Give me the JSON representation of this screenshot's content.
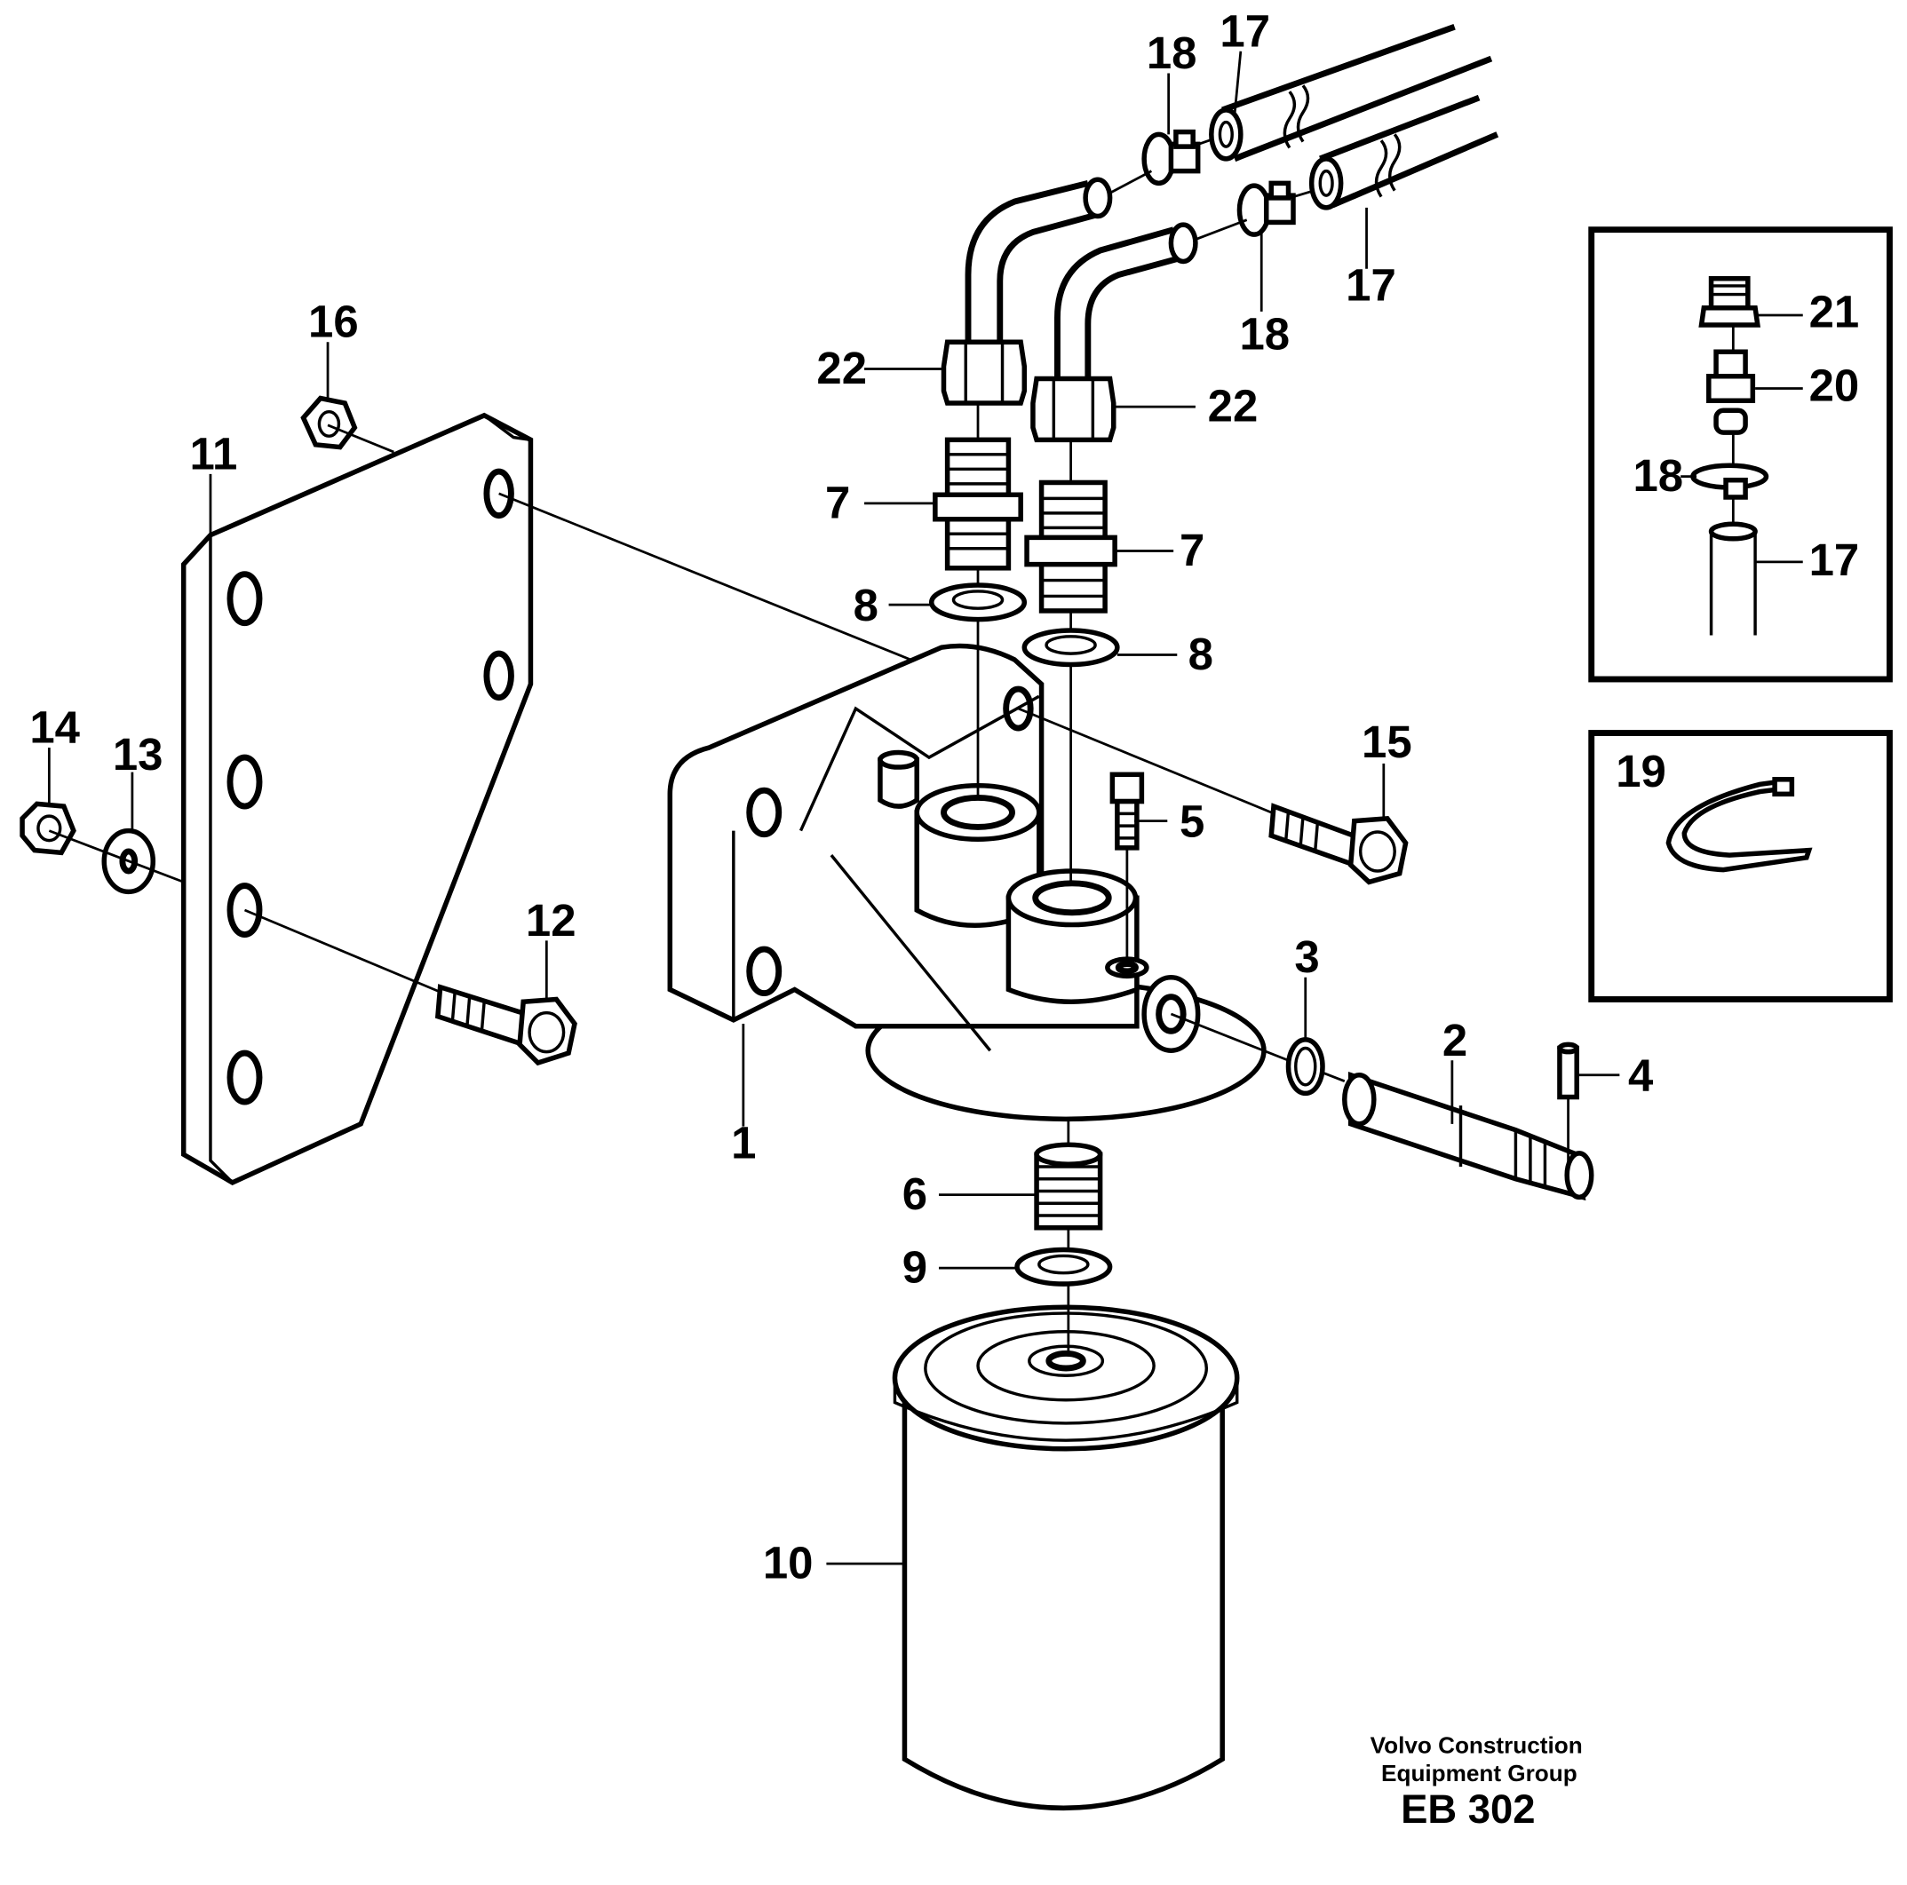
{
  "labels": {
    "p1": "1",
    "p2": "2",
    "p3": "3",
    "p4": "4",
    "p5": "5",
    "p6": "6",
    "p7a": "7",
    "p7b": "7",
    "p8a": "8",
    "p8b": "8",
    "p9": "9",
    "p10": "10",
    "p11": "11",
    "p12": "12",
    "p13": "13",
    "p14": "14",
    "p15": "15",
    "p16": "16",
    "p17a": "17",
    "p17b": "17",
    "p17c": "17",
    "p18a": "18",
    "p18b": "18",
    "p18c": "18",
    "p19": "19",
    "p20": "20",
    "p21": "21",
    "p22a": "22",
    "p22b": "22"
  },
  "credit": {
    "line1": "Volvo Construction",
    "line2": "Equipment Group",
    "code": "EB 302"
  }
}
